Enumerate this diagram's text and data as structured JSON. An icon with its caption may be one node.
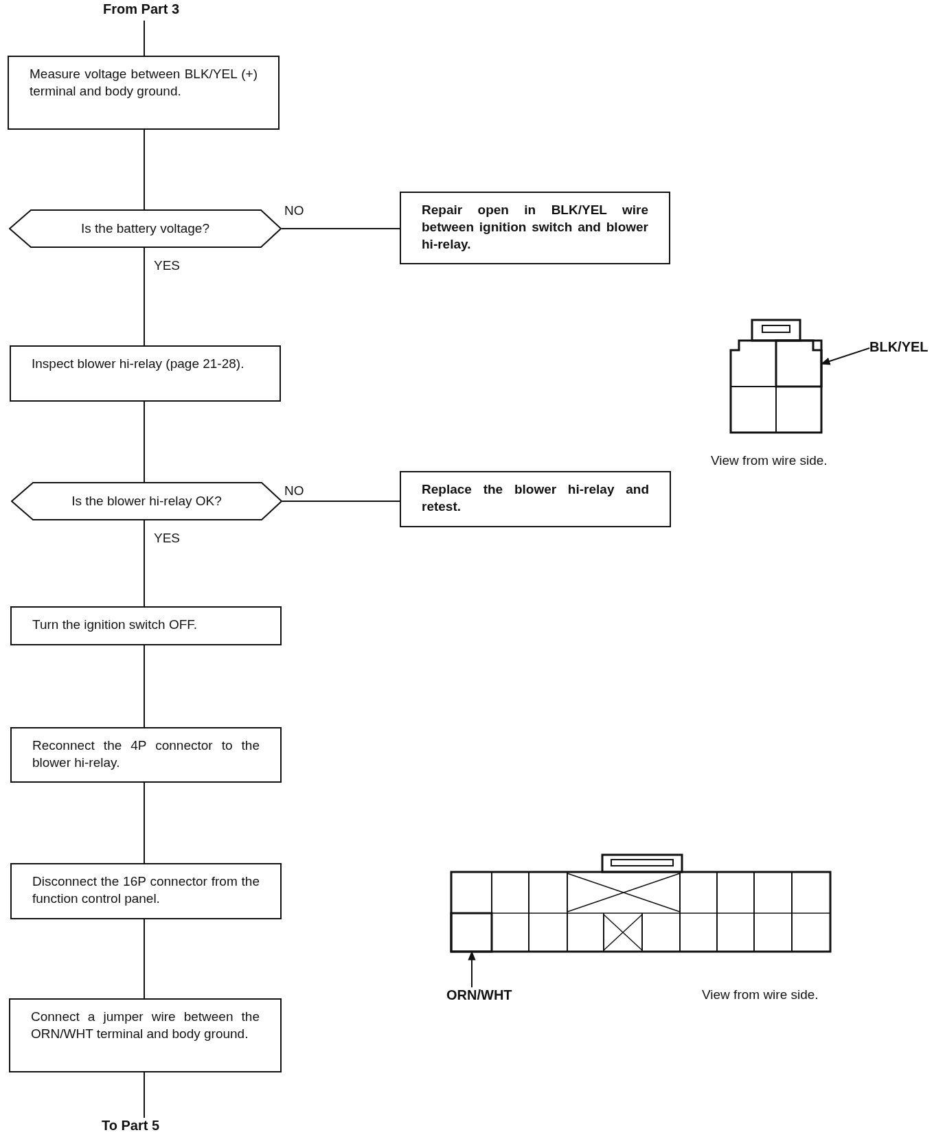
{
  "diagram": {
    "nodes": [
      {
        "text": [
          "From Part 3"
        ]
      },
      {
        "text": [
          "Measure voltage between BLK/YEL (+) terminal and body ground."
        ]
      },
      {
        "text": [
          "Is the battery voltage?"
        ]
      },
      {
        "text": [
          "Repair open in BLK/YEL wire between ignition switch and blower hi-relay."
        ]
      },
      {
        "text": [
          "Inspect blower hi-relay (page 21-28)."
        ]
      },
      {
        "text": [
          "Is the blower hi-relay OK?"
        ]
      },
      {
        "text": [
          "Replace the blower hi-relay and retest."
        ]
      },
      {
        "text": [
          "Turn the ignition switch OFF."
        ]
      },
      {
        "text": [
          "Reconnect the 4P connector to the blower hi-relay."
        ]
      },
      {
        "text": [
          "Disconnect the 16P connector from the function control panel."
        ]
      },
      {
        "text": [
          "Connect a jumper wire between the ORN/WHT terminal and body ground."
        ]
      },
      {
        "text": [
          "To Part 5"
        ]
      },
      {
        "text": [
          "BLK/YEL"
        ]
      },
      {
        "text": [],
        "shape": "box"
      },
      {
        "text": [
          "ORN/WHT"
        ]
      },
      {
        "text": [],
        "shape": "box"
      }
    ],
    "edges": [
      {
        "from": 0,
        "to": 1,
        "arrow": "none"
      },
      {
        "from": 1,
        "to": 2,
        "arrow": "none"
      },
      {
        "from": 2,
        "to": 3,
        "arrow": "none",
        "label": "NO"
      },
      {
        "from": 2,
        "to": 4,
        "arrow": "none",
        "label": "YES"
      },
      {
        "from": 4,
        "to": 5,
        "arrow": "none"
      },
      {
        "from": 5,
        "to": 6,
        "arrow": "none",
        "label": "NO"
      },
      {
        "from": 5,
        "to": 7,
        "arrow": "none",
        "label": "YES"
      },
      {
        "from": 7,
        "to": 8,
        "arrow": "none"
      },
      {
        "from": 8,
        "to": 9,
        "arrow": "none"
      },
      {
        "from": 9,
        "to": 10,
        "arrow": "none"
      },
      {
        "from": 10,
        "to": 11,
        "arrow": "none"
      },
      {
        "from": 12,
        "to": 13,
        "arrow": "to"
      },
      {
        "from": 14,
        "to": 15,
        "arrow": "to"
      }
    ],
    "labels": [
      "View from wire side.",
      "View from wire side."
    ]
  }
}
